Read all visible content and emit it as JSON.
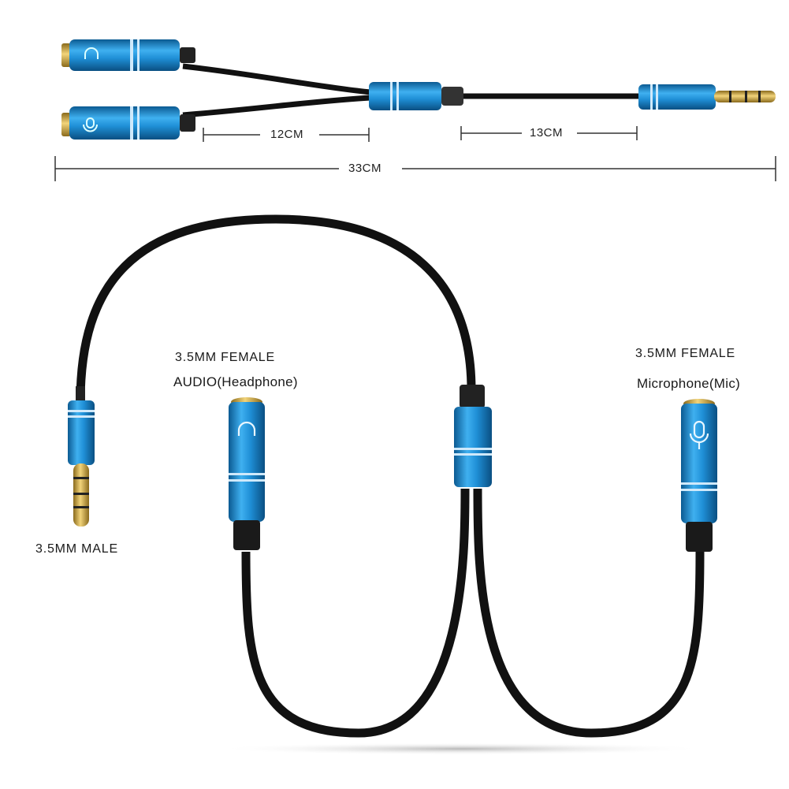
{
  "colors": {
    "cable": "#111111",
    "metal_blue": "#1f8fd6",
    "metal_blue_dark": "#0b5a92",
    "gold": "#d8b04a",
    "background": "#ffffff"
  },
  "dimensions": {
    "left_branch": "12CM",
    "right_section": "13CM",
    "total": "33CM"
  },
  "labels": {
    "male": "3.5MM MALE",
    "audio_line1": "3.5MM FEMALE",
    "audio_line2": "AUDIO(Headphone)",
    "mic_line1": "3.5MM FEMALE",
    "mic_line2": "Microphone(Mic)"
  },
  "icons": {
    "headphone": "headphone-icon",
    "microphone": "microphone-icon"
  }
}
